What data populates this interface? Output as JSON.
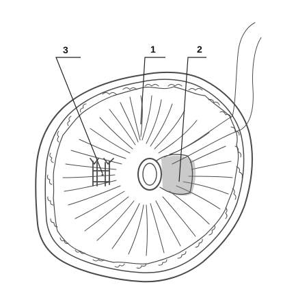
{
  "figure": {
    "labels": [
      {
        "id": "fold",
        "text": "1"
      },
      {
        "id": "ring",
        "text": "2"
      },
      {
        "id": "clip",
        "text": "3"
      }
    ],
    "colors": {
      "ink": "#4a4a4a",
      "label": "#111111",
      "background": "#ffffff",
      "shadow": "#8a8a8a"
    }
  }
}
